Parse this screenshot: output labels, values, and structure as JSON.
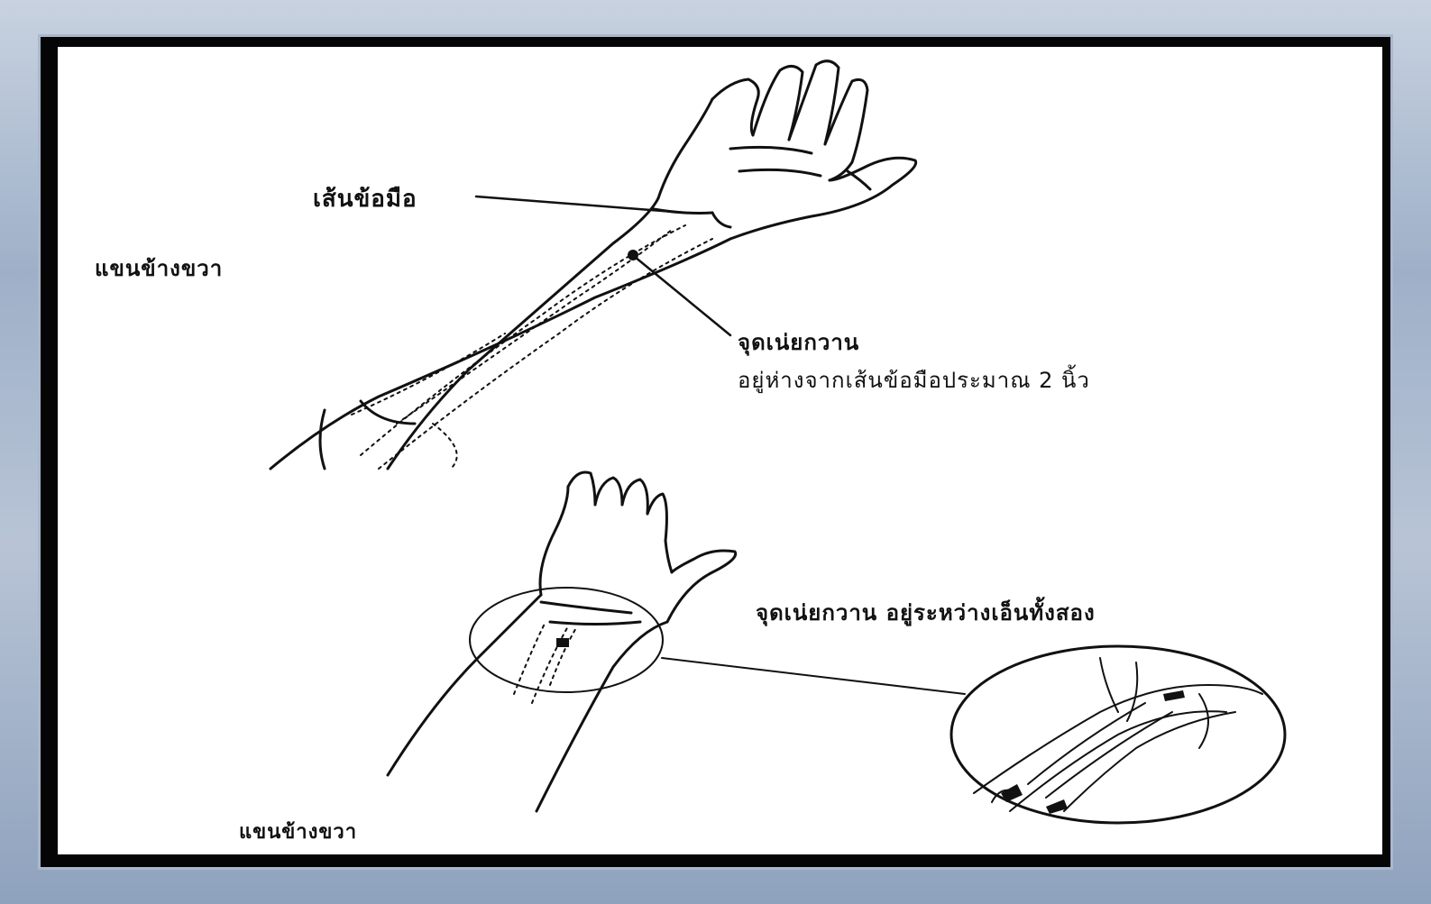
{
  "labels": {
    "wrist_line": "เส้นข้อมือ",
    "right_arm_top": "แขนข้างขวา",
    "point_name_top": "จุดเน่ยกวาน",
    "point_distance": "อยู่ห่างจากเส้นข้อมือประมาณ 2 นิ้ว",
    "point_between_tendons": "จุดเน่ยกวาน อยู่ระหว่างเอ็นทั้งสอง",
    "right_arm_bottom": "แขนข้างขวา"
  },
  "colors": {
    "ink": "#111111",
    "frame": "#050505",
    "bezel": "#b8c4d6"
  }
}
